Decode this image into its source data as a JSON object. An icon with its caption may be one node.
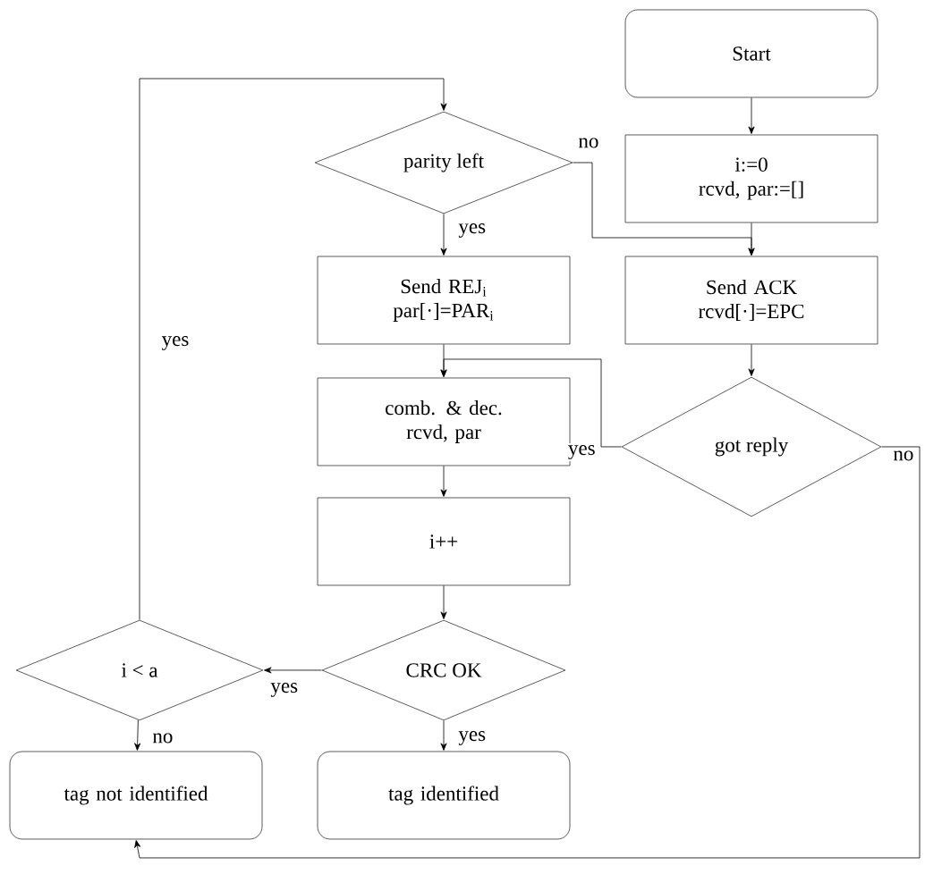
{
  "diagram": {
    "nodes": [
      {
        "text": [
          "Start"
        ]
      },
      {
        "text": [
          "i:=0",
          "rcvd, par:=[]"
        ]
      },
      {
        "text": [
          "parity left"
        ]
      },
      {
        "text": [
          "Send REJ$_{i}$",
          "par[·]=PAR$_{i}$"
        ]
      },
      {
        "text": [
          "Send ACK",
          "rcvd[·]=EPC"
        ]
      },
      {
        "text": [
          "got reply"
        ]
      },
      {
        "text": [
          "comb. & dec.",
          "rcvd, par"
        ]
      },
      {
        "text": [
          "i++"
        ]
      },
      {
        "text": [
          "CRC OK"
        ]
      },
      {
        "text": [
          "i < a"
        ]
      },
      {
        "text": [
          "tag not identified"
        ]
      },
      {
        "text": [
          "tag identified"
        ]
      }
    ],
    "edges": [
      {
        "from": 0,
        "to": 1,
        "arrow": "to"
      },
      {
        "from": 1,
        "to": 4,
        "arrow": "to"
      },
      {
        "from": 2,
        "to": 3,
        "arrow": "to",
        "label": "yes"
      },
      {
        "from": 2,
        "to": 4,
        "arrow": "to",
        "label": "no"
      },
      {
        "from": 4,
        "to": 5,
        "arrow": "to"
      },
      {
        "from": 5,
        "to": 6,
        "arrow": "to",
        "label": "yes"
      },
      {
        "from": 3,
        "to": 6,
        "arrow": "to"
      },
      {
        "from": 6,
        "to": 7,
        "arrow": "to"
      },
      {
        "from": 7,
        "to": 8,
        "arrow": "to"
      },
      {
        "from": 8,
        "to": 9,
        "arrow": "to",
        "label": "yes"
      },
      {
        "from": 8,
        "to": 11,
        "arrow": "to",
        "label": "yes"
      },
      {
        "from": 9,
        "to": 10,
        "arrow": "to",
        "label": "no"
      },
      {
        "from": 9,
        "to": 2,
        "arrow": "to",
        "label": "yes"
      },
      {
        "from": 5,
        "to": 10,
        "arrow": "to",
        "label": "no"
      }
    ]
  }
}
